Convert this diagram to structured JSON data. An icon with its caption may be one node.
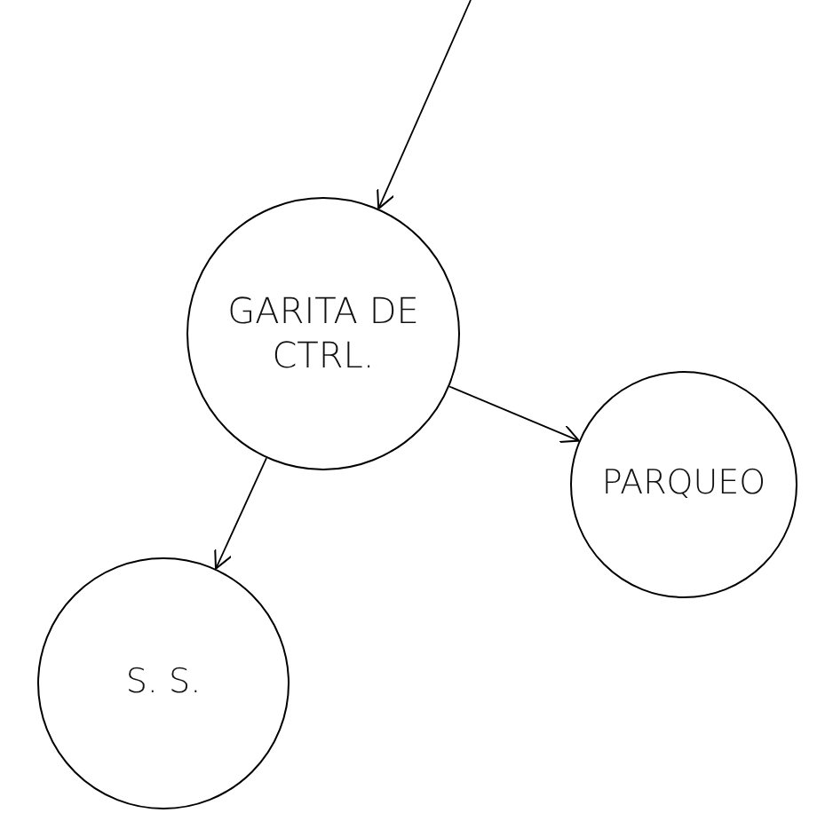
{
  "diagram": {
    "nodes": [
      {
        "text": [
          "GARITA DE CTRL."
        ]
      },
      {
        "text": [
          "PARQUEO"
        ]
      },
      {
        "text": [
          "S. S."
        ]
      }
    ],
    "edges": [
      {
        "from": null,
        "to": 0,
        "arrow": "to"
      },
      {
        "from": 0,
        "to": 1,
        "arrow": "to"
      },
      {
        "from": 0,
        "to": 2,
        "arrow": "to"
      }
    ]
  }
}
